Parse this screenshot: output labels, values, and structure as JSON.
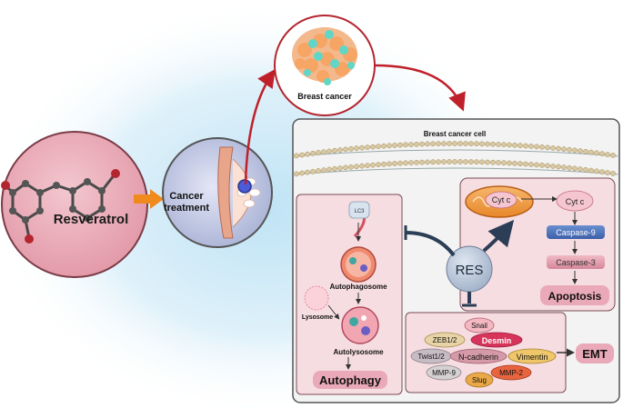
{
  "resveratrol": {
    "label": "Resveratrol"
  },
  "treatment": {
    "line1": "Cancer",
    "line2": "treatment"
  },
  "breast_cancer": {
    "label": "Breast cancer"
  },
  "cell": {
    "title": "Breast cancer cell"
  },
  "res": {
    "label": "RES"
  },
  "autophagy": {
    "lc3": "LC3",
    "autophagosome": "Autophagosome",
    "lysosome": "Lysosome",
    "autolysosome": "Autolysosome",
    "title": "Autophagy"
  },
  "apoptosis": {
    "cytc_mito": "Cyt c",
    "cytc_free": "Cyt c",
    "caspase9": "Caspase-9",
    "caspase3": "Caspase-3",
    "title": "Apoptosis"
  },
  "emt": {
    "title": "EMT",
    "markers": {
      "snail": "Snail",
      "zeb": "ZEB1/2",
      "desmin": "Desmin",
      "twist": "Twist1/2",
      "ncad": "N-cadherin",
      "vimentin": "Vimentin",
      "mmp9": "MMP-9",
      "slug": "Slug",
      "mmp2": "MMP-2"
    }
  },
  "colors": {
    "arrow_red": "#c0202a",
    "arrow_dark": "#2b3e55",
    "orange_arrow": "#f08a1d",
    "panel_pink": "#f6dde2",
    "title_pink": "#e9a9b8"
  }
}
